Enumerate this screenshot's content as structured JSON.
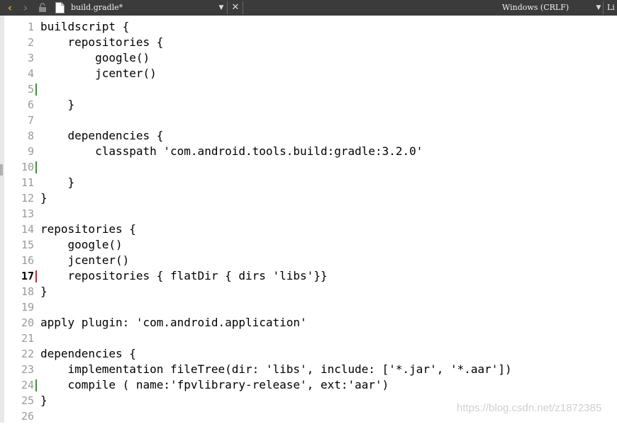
{
  "toolbar": {
    "back_icon": "‹",
    "forward_icon": "›",
    "file_name": "build.gradle*",
    "dropdown_icon": "▼",
    "close_icon": "✕",
    "line_ending": "Windows (CRLF)",
    "language_partial": "Li"
  },
  "change_colors": {
    "saved": "#2e9a2e",
    "modified": "#d02020"
  },
  "editor": {
    "lines": [
      {
        "n": "1",
        "code": "buildscript {",
        "mark": ""
      },
      {
        "n": "2",
        "code": "    repositories {",
        "mark": ""
      },
      {
        "n": "3",
        "code": "        google()",
        "mark": ""
      },
      {
        "n": "4",
        "code": "        jcenter()",
        "mark": ""
      },
      {
        "n": "5",
        "code": "",
        "mark": "saved"
      },
      {
        "n": "6",
        "code": "    }",
        "mark": ""
      },
      {
        "n": "7",
        "code": "",
        "mark": ""
      },
      {
        "n": "8",
        "code": "    dependencies {",
        "mark": ""
      },
      {
        "n": "9",
        "code": "        classpath 'com.android.tools.build:gradle:3.2.0'",
        "mark": ""
      },
      {
        "n": "10",
        "code": "",
        "mark": "saved"
      },
      {
        "n": "11",
        "code": "    }",
        "mark": ""
      },
      {
        "n": "12",
        "code": "}",
        "mark": ""
      },
      {
        "n": "13",
        "code": "",
        "mark": ""
      },
      {
        "n": "14",
        "code": "repositories {",
        "mark": ""
      },
      {
        "n": "15",
        "code": "    google()",
        "mark": ""
      },
      {
        "n": "16",
        "code": "    jcenter()",
        "mark": ""
      },
      {
        "n": "17",
        "code": "    repositories { flatDir { dirs 'libs'}}",
        "mark": "modified",
        "current": true
      },
      {
        "n": "18",
        "code": "}",
        "mark": ""
      },
      {
        "n": "19",
        "code": "",
        "mark": ""
      },
      {
        "n": "20",
        "code": "apply plugin: 'com.android.application'",
        "mark": ""
      },
      {
        "n": "21",
        "code": "",
        "mark": ""
      },
      {
        "n": "22",
        "code": "dependencies {",
        "mark": ""
      },
      {
        "n": "23",
        "code": "    implementation fileTree(dir: 'libs', include: ['*.jar', '*.aar'])",
        "mark": ""
      },
      {
        "n": "24",
        "code": "    compile ( name:'fpvlibrary-release', ext:'aar')",
        "mark": "saved"
      },
      {
        "n": "25",
        "code": "}",
        "mark": ""
      },
      {
        "n": "26",
        "code": "",
        "mark": ""
      }
    ]
  },
  "watermark": "https://blog.csdn.net/z1872385"
}
